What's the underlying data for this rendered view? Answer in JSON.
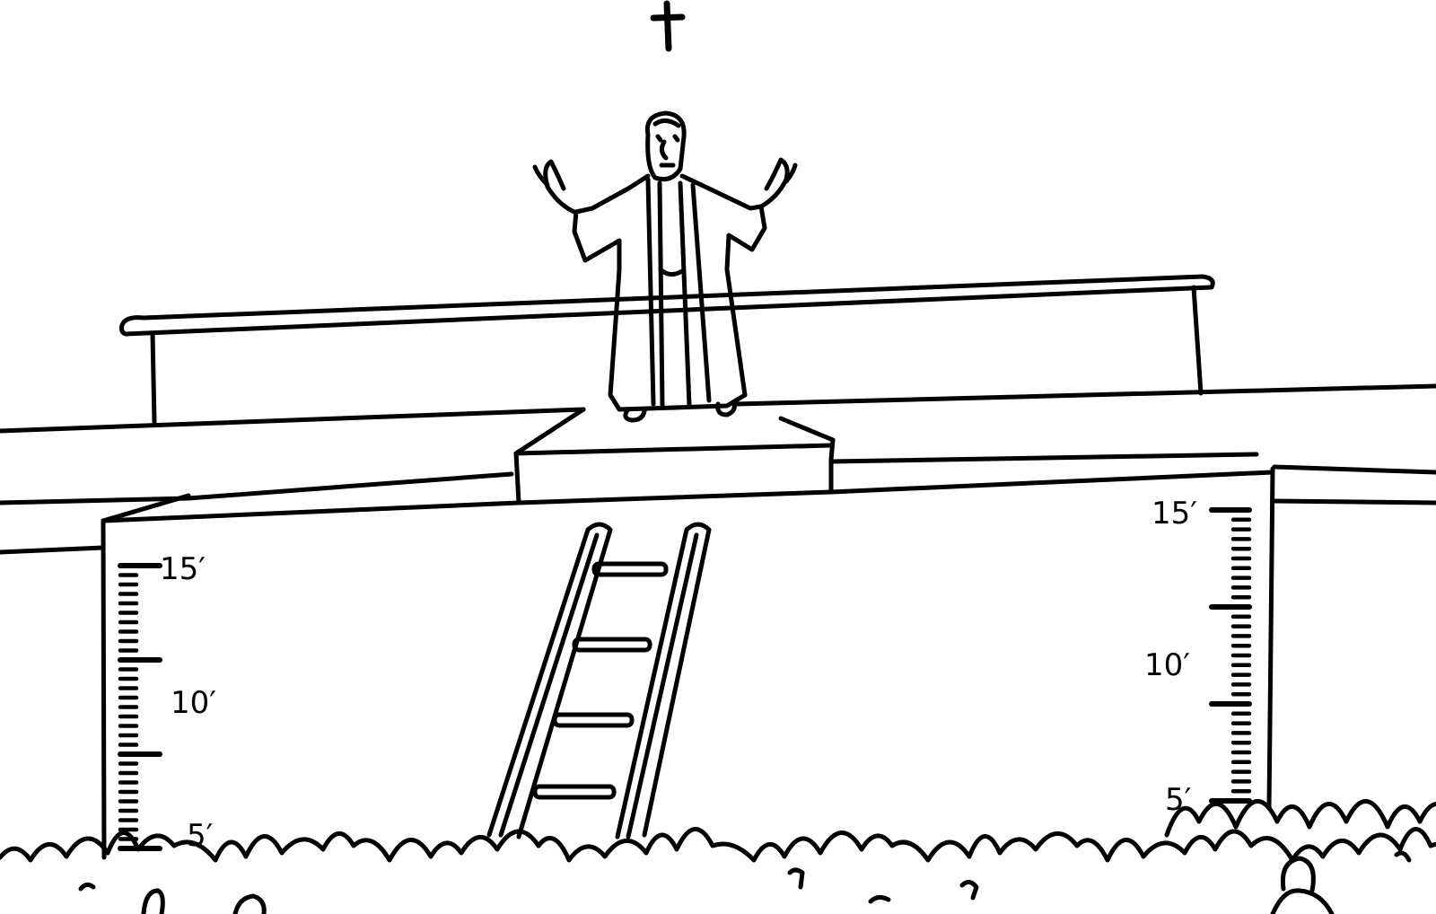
{
  "scene": {
    "left_ruler": {
      "labels": [
        "15′",
        "10′",
        "5′"
      ]
    },
    "right_ruler": {
      "labels": [
        "15′",
        "10′",
        "5′"
      ]
    },
    "colors": {
      "ink": "#000000",
      "paper": "#ffffff"
    },
    "icons": [
      "cross-icon",
      "ladder",
      "priest-figure",
      "crowd"
    ]
  }
}
